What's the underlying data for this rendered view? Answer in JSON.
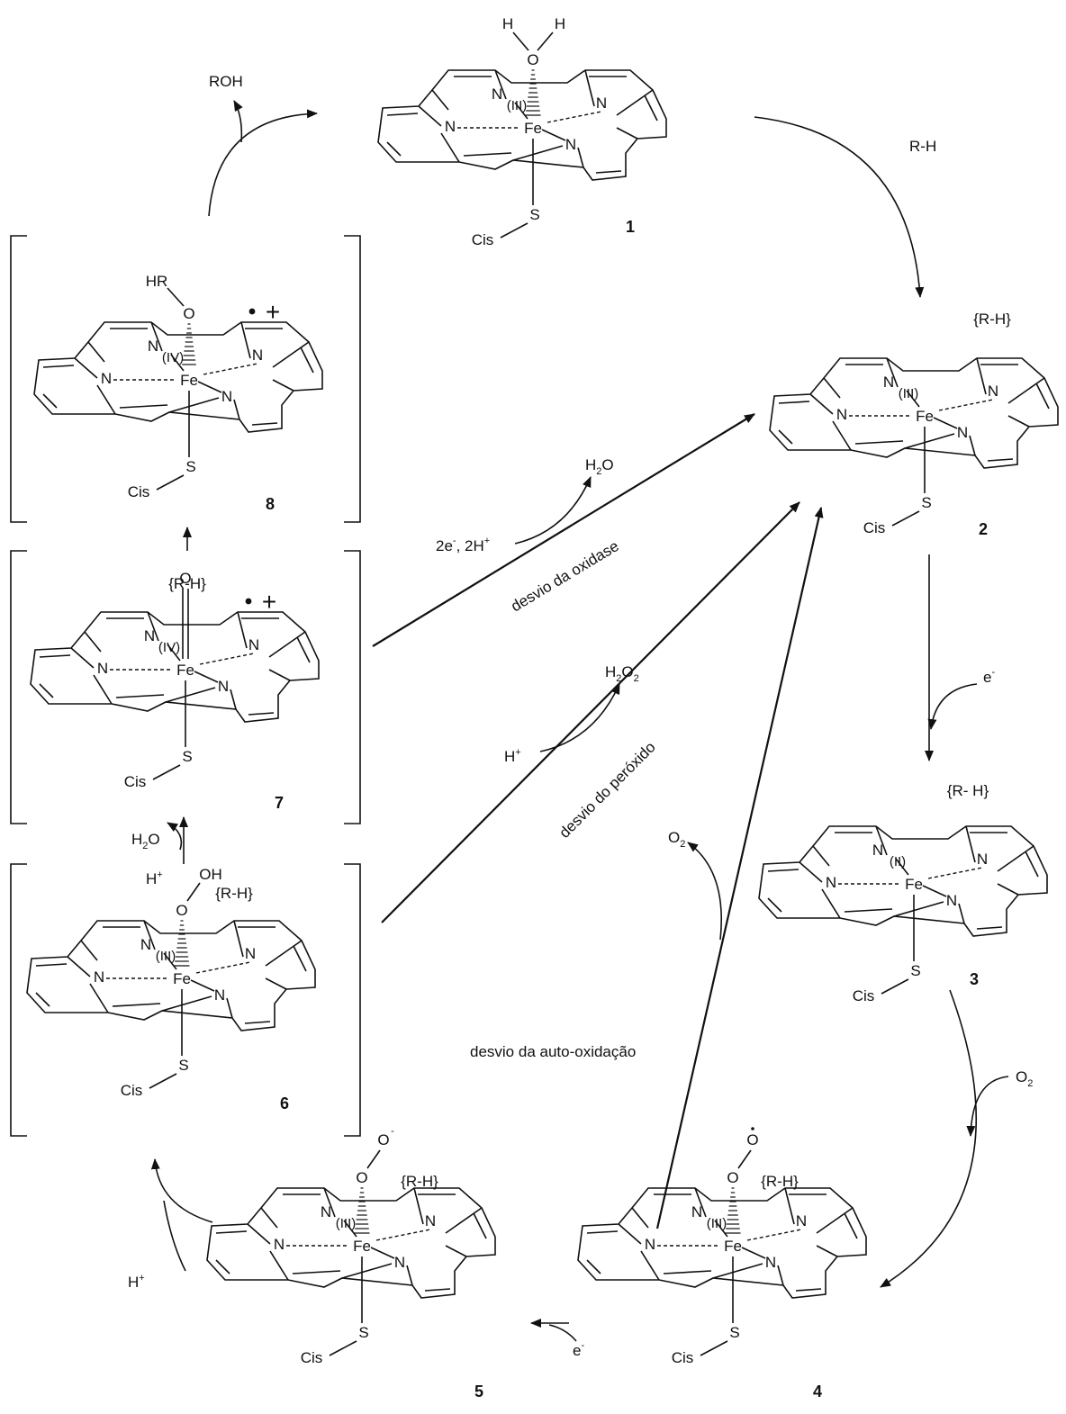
{
  "diagram": {
    "atoms": {
      "fe": "Fe",
      "n": "N",
      "s": "S",
      "o": "O",
      "h": "H",
      "oh": "OH",
      "hr": "HR",
      "cis": "Cis",
      "o_minus": "O",
      "o_radical": "O"
    },
    "structures": [
      {
        "number": "1",
        "oxidation": "(III)",
        "bracketed": false,
        "substrate": ""
      },
      {
        "number": "2",
        "oxidation": "(III)",
        "bracketed": false,
        "substrate": "{R-H}"
      },
      {
        "number": "3",
        "oxidation": "(II)",
        "bracketed": false,
        "substrate": "{R- H}"
      },
      {
        "number": "4",
        "oxidation": "(III)",
        "bracketed": false,
        "substrate": "{R-H}"
      },
      {
        "number": "5",
        "oxidation": "(III)",
        "bracketed": false,
        "substrate": "{R-H}"
      },
      {
        "number": "6",
        "oxidation": "(III)",
        "bracketed": true,
        "substrate": "{R-H}"
      },
      {
        "number": "7",
        "oxidation": "(IV)",
        "bracketed": true,
        "substrate": "{R-H}"
      },
      {
        "number": "8",
        "oxidation": "(IV)",
        "bracketed": true,
        "substrate": ""
      }
    ],
    "radical_cation": "•+",
    "reagents": {
      "roh": "ROH",
      "rh": "R-H",
      "electron": "e",
      "electron_charge": "-",
      "o2": "O",
      "o2_sub": "2",
      "h_plus": "H",
      "plus": "+",
      "h2o_h": "H",
      "h2o_sub": "2",
      "h2o_o": "O",
      "h2o2_h": "H",
      "h2o2_sub": "2",
      "h2o2_o": "O",
      "two_e_2h": "2e",
      "two_e_rest": ", 2H"
    },
    "shunts": {
      "oxidase": "desvio da oxidase",
      "peroxide": "desvio do peróxido",
      "autoxidation": "desvio da auto-oxidação"
    }
  }
}
